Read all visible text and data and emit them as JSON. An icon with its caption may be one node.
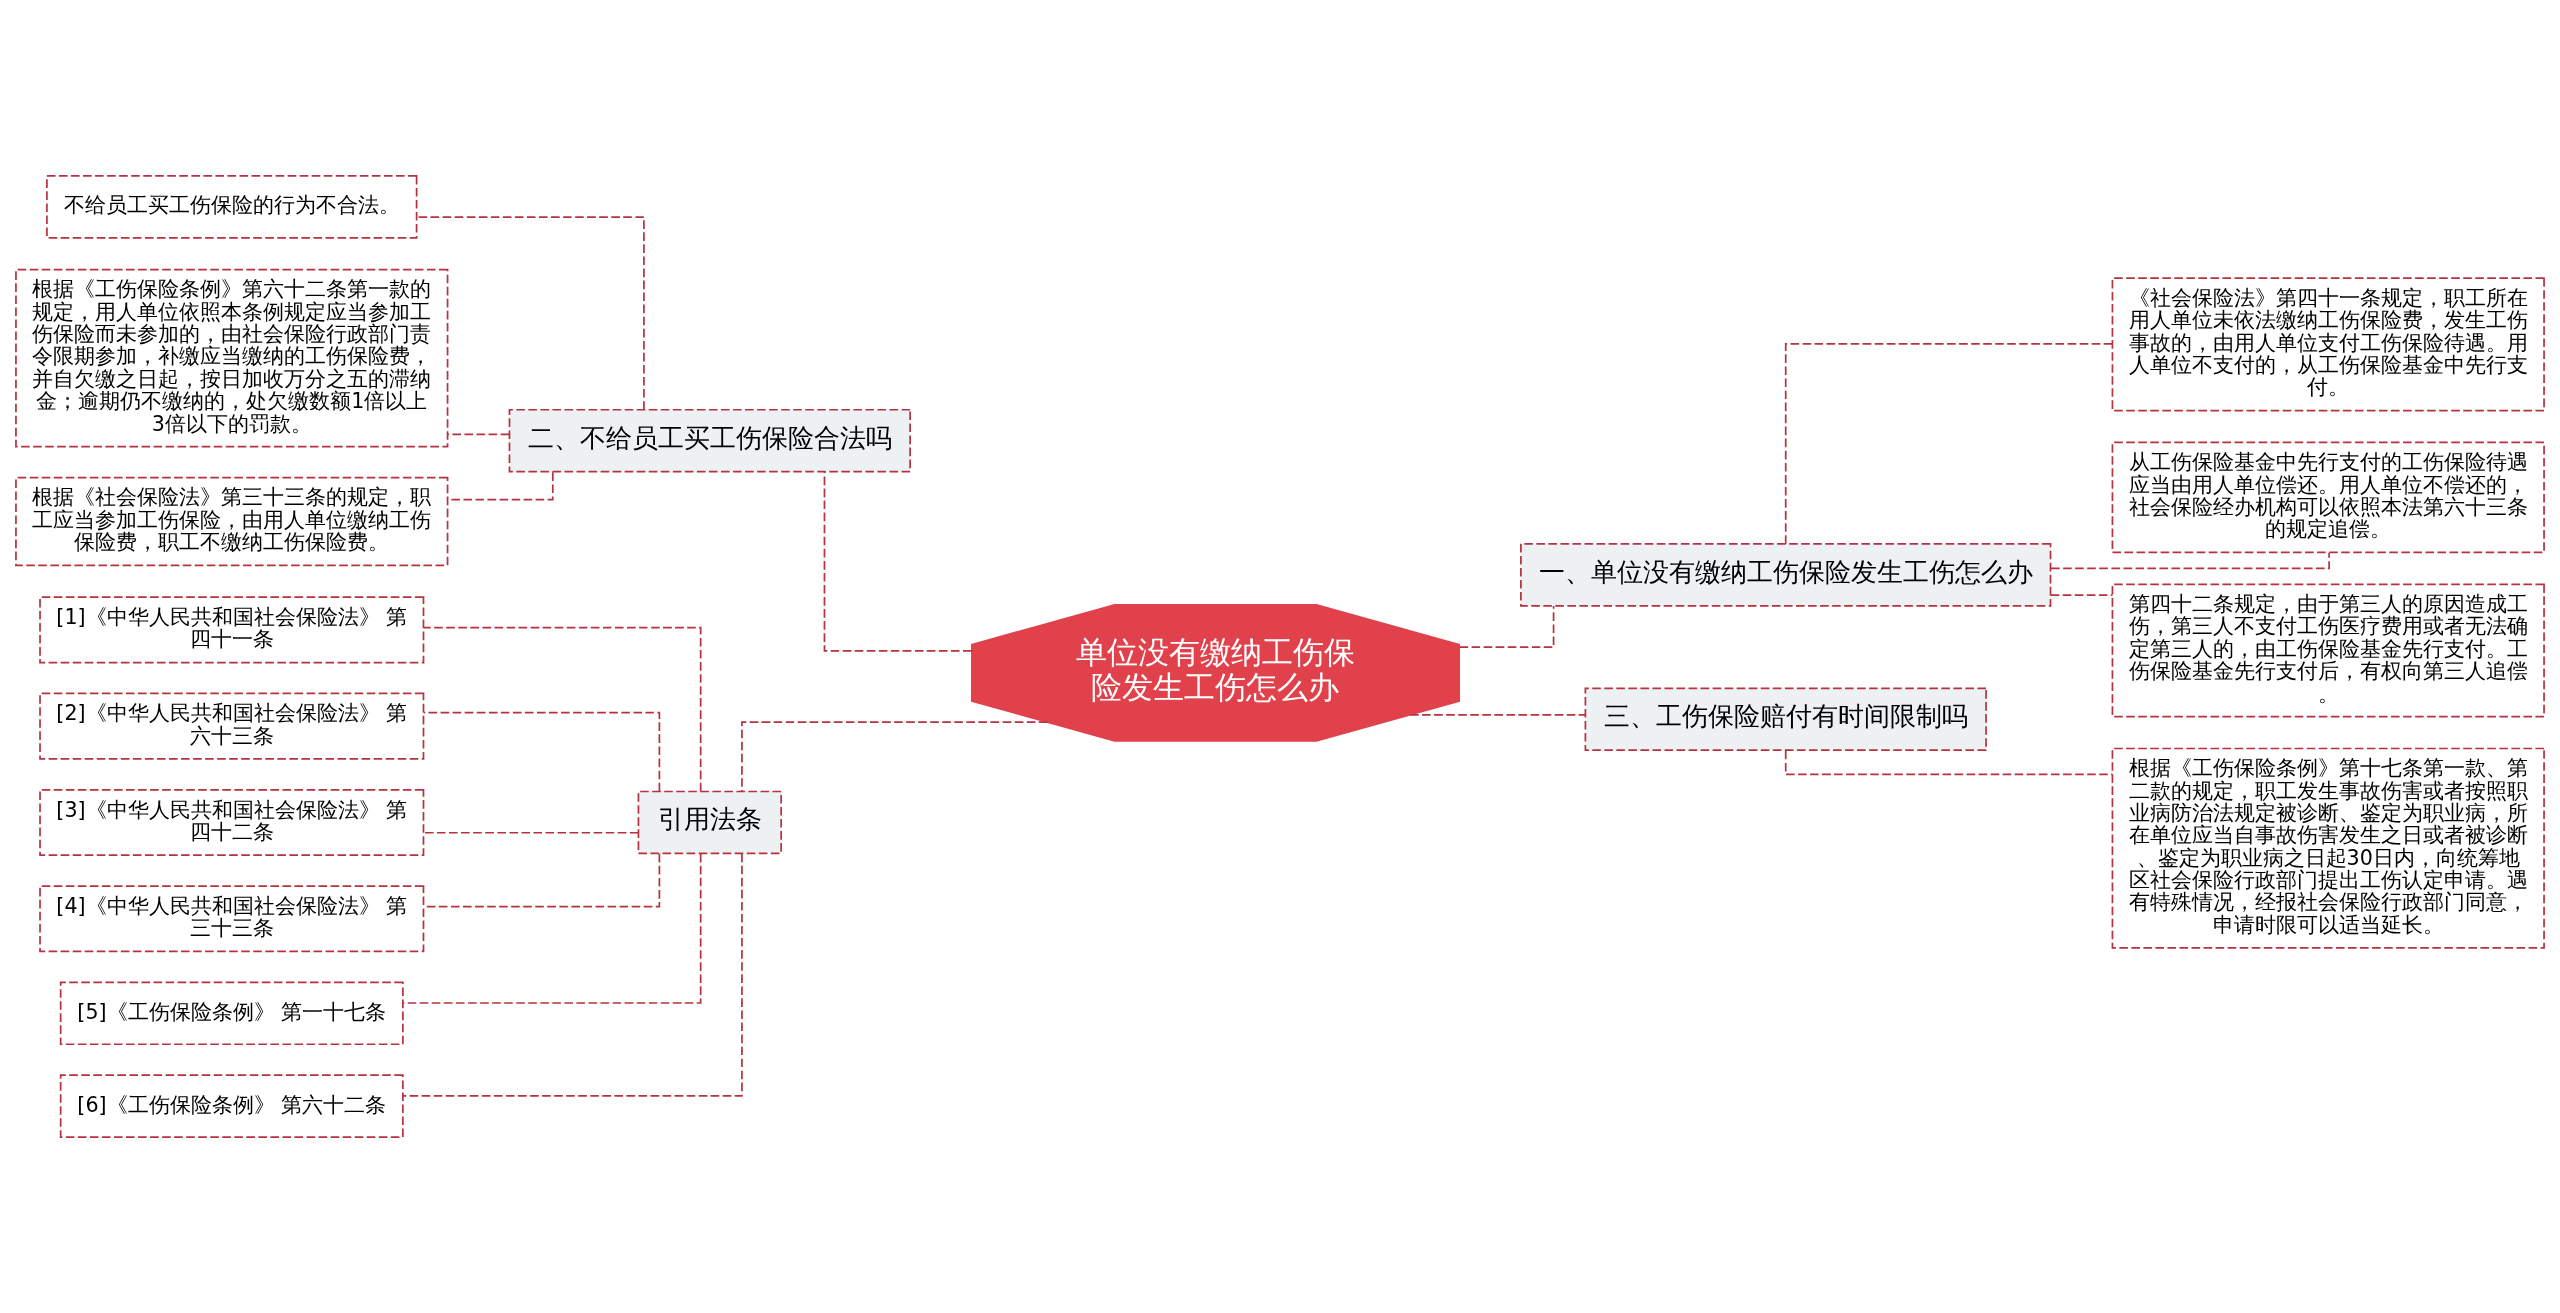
{
  "diagram": {
    "nodes": [
      {
        "text": [
          "单位没有缴纳工伤保险发生工伤怎么办"
        ]
      },
      {
        "text": [
          "一、单位没有缴纳工伤保险发生工伤怎么办"
        ]
      },
      {
        "text": [
          "《社会保险法》第四十一条规定，职工所在用人单位未依法缴纳工伤保险费，发生工伤事故的，由用人单位支付工伤保险待遇。用人单位不支付的，从工伤保险基金中先行支付。"
        ]
      },
      {
        "text": [
          "从工伤保险基金中先行支付的工伤保险待遇应当由用人单位偿还。用人单位不偿还的，社会保险经办机构可以依照本法第六十三条的规定追偿。"
        ]
      },
      {
        "text": [
          "第四十二条规定，由于第三人的原因造成工伤，第三人不支付工伤医疗费用或者无法确定第三人的，由工伤保险基金先行支付。工伤保险基金先行支付后，有权向第三人追偿。"
        ]
      },
      {
        "text": [
          "三、工伤保险赔付有时间限制吗"
        ]
      },
      {
        "text": [
          "根据《工伤保险条例》第十七条第一款、第二款的规定，职工发生事故伤害或者按照职业病防治法规定被诊断、鉴定为职业病，所在单位应当自事故伤害发生之日或者被诊断、鉴定为职业病之日起30日内，向统筹地区社会保险行政部门提出工伤认定申请。遇有特殊情况，经报社会保险行政部门同意，申请时限可以适当延长。"
        ]
      },
      {
        "text": [
          "二、不给员工买工伤保险合法吗"
        ]
      },
      {
        "text": [
          "不给员工买工伤保险的行为不合法。"
        ]
      },
      {
        "text": [
          "根据《工伤保险条例》第六十二条第一款的规定，用人单位依照本条例规定应当参加工伤保险而未参加的，由社会保险行政部门责令限期参加，补缴应当缴纳的工伤保险费，并自欠缴之日起，按日加收万分之五的滞纳金；逾期仍不缴纳的，处欠缴数额1倍以上3倍以下的罚款。"
        ]
      },
      {
        "text": [
          "根据《社会保险法》第三十三条的规定，职工应当参加工伤保险，由用人单位缴纳工伤保险费，职工不缴纳工伤保险费。"
        ]
      },
      {
        "text": [
          "引用法条"
        ]
      },
      {
        "text": [
          "[1]《中华人民共和国社会保险法》 第四十一条"
        ]
      },
      {
        "text": [
          "[2]《中华人民共和国社会保险法》 第六十三条"
        ]
      },
      {
        "text": [
          "[3]《中华人民共和国社会保险法》 第四十二条"
        ]
      },
      {
        "text": [
          "[4]《中华人民共和国社会保险法》 第三十三条"
        ]
      },
      {
        "text": [
          "[5]《工伤保险条例》 第一十七条"
        ]
      },
      {
        "text": [
          "[6]《工伤保险条例》 第六十二条"
        ]
      }
    ],
    "edges": [
      {
        "from": 0,
        "to": 1,
        "arrow": "none",
        "style": "dashed"
      },
      {
        "from": 1,
        "to": 2,
        "arrow": "none",
        "style": "dashed"
      },
      {
        "from": 1,
        "to": 3,
        "arrow": "none",
        "style": "dashed"
      },
      {
        "from": 1,
        "to": 4,
        "arrow": "none",
        "style": "dashed"
      },
      {
        "from": 0,
        "to": 5,
        "arrow": "none",
        "style": "dashed"
      },
      {
        "from": 5,
        "to": 6,
        "arrow": "none",
        "style": "dashed"
      },
      {
        "from": 0,
        "to": 7,
        "arrow": "none",
        "style": "dashed"
      },
      {
        "from": 7,
        "to": 8,
        "arrow": "none",
        "style": "dashed"
      },
      {
        "from": 7,
        "to": 9,
        "arrow": "none",
        "style": "dashed"
      },
      {
        "from": 7,
        "to": 10,
        "arrow": "none",
        "style": "dashed"
      },
      {
        "from": 0,
        "to": 11,
        "arrow": "none",
        "style": "dashed"
      },
      {
        "from": 11,
        "to": 12,
        "arrow": "none",
        "style": "dashed"
      },
      {
        "from": 11,
        "to": 13,
        "arrow": "none",
        "style": "dashed"
      },
      {
        "from": 11,
        "to": 14,
        "arrow": "none",
        "style": "dashed"
      },
      {
        "from": 11,
        "to": 15,
        "arrow": "none",
        "style": "dashed"
      },
      {
        "from": 11,
        "to": 16,
        "arrow": "none",
        "style": "dashed"
      },
      {
        "from": 11,
        "to": 17,
        "arrow": "none",
        "style": "dashed"
      }
    ]
  }
}
